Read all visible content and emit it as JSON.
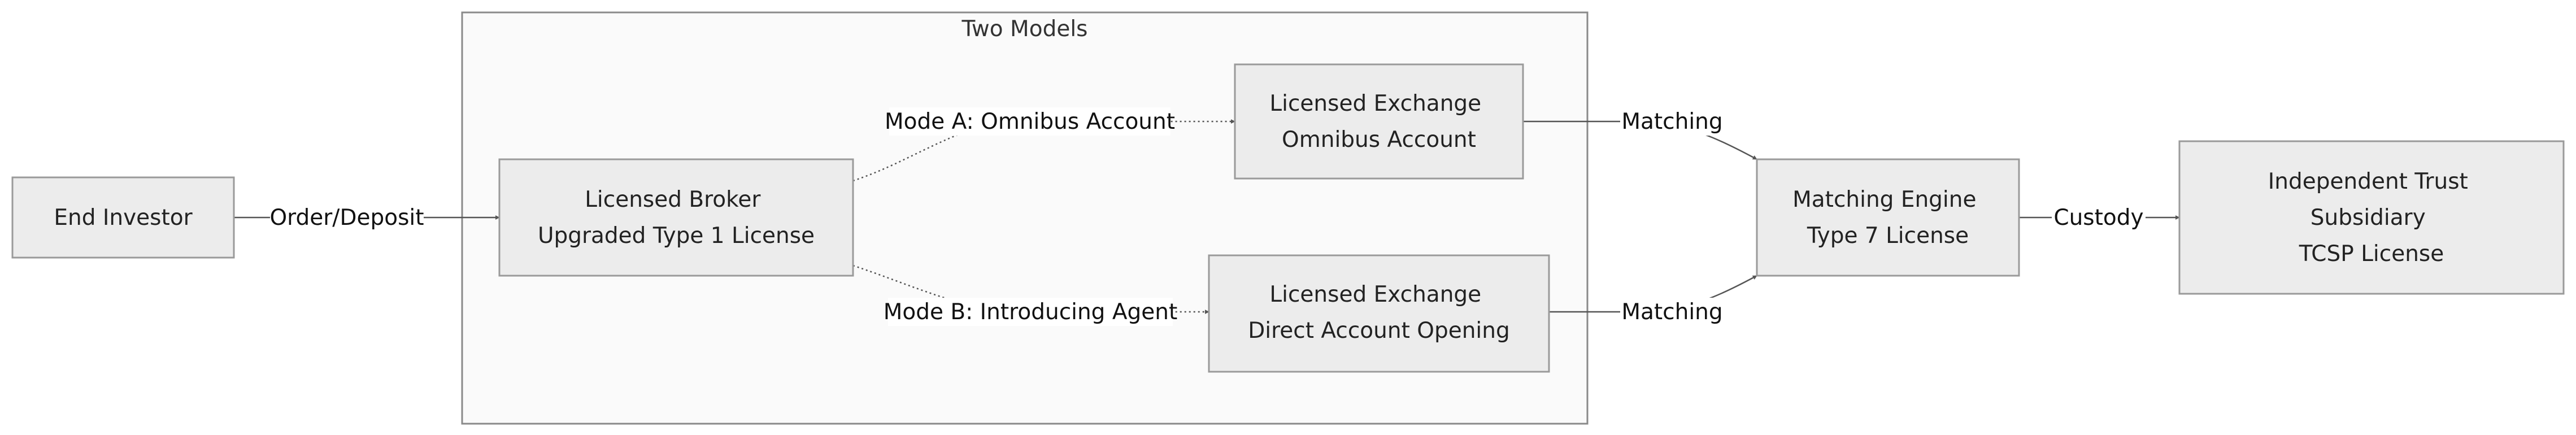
{
  "group": {
    "label": "Two Models"
  },
  "nodes": {
    "end_investor": [
      "End Investor"
    ],
    "licensed_broker": [
      "Licensed Broker",
      "Upgraded Type 1 License"
    ],
    "exchange_omnibus": [
      "Licensed Exchange",
      "Omnibus Account"
    ],
    "exchange_direct": [
      "Licensed Exchange",
      "Direct Account Opening"
    ],
    "matching_engine": [
      "Matching Engine",
      "Type 7 License"
    ],
    "trust_subsidiary": [
      "Independent Trust",
      "Subsidiary",
      "TCSP License"
    ]
  },
  "edges": {
    "order_deposit": "Order/Deposit",
    "mode_a": "Mode A: Omnibus Account",
    "mode_b": "Mode B: Introducing Agent",
    "matching_a": "Matching",
    "matching_b": "Matching",
    "custody": "Custody"
  },
  "colors": {
    "node_fill": "#ececec",
    "node_border": "#9a9a9a",
    "group_fill": "#fafafa",
    "group_border": "#8a8a8a",
    "edge": "#555555"
  }
}
